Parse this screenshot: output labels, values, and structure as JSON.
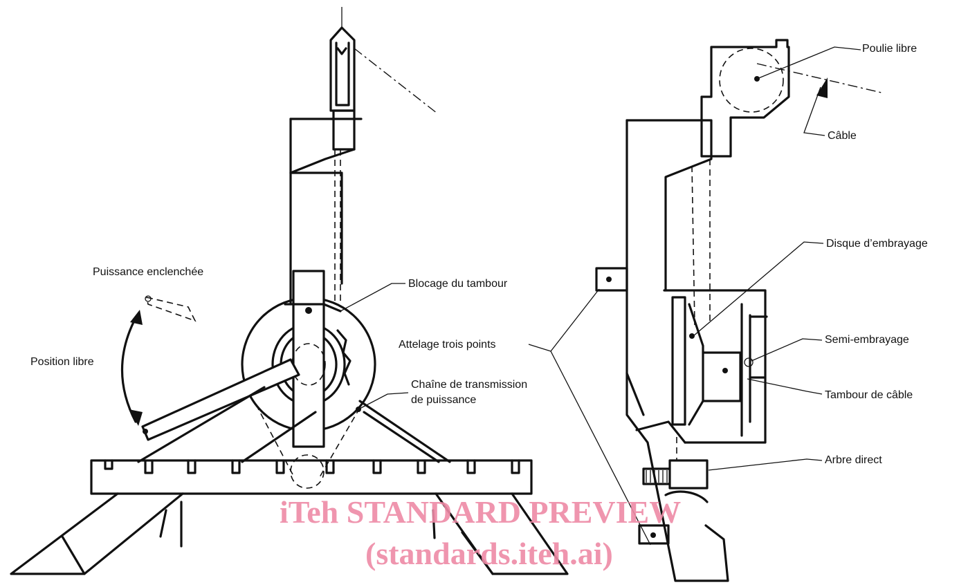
{
  "labels": {
    "puissance_enclenchee": "Puissance enclenchée",
    "position_libre": "Position libre",
    "blocage_du_tambour": "Blocage du tambour",
    "attelage_trois_points": "Attelage trois points",
    "chaine_line1": "Chaîne de transmission",
    "chaine_line2": "de puissance",
    "poulie_libre": "Poulie libre",
    "cable": "Câble",
    "disque_embrayage": "Disque d’embrayage",
    "semi_embrayage": "Semi-embrayage",
    "tambour_de_cable": "Tambour de câble",
    "arbre_direct": "Arbre direct"
  },
  "watermark": {
    "line1": "iTeh STANDARD PREVIEW",
    "line2": "(standards.iteh.ai)",
    "color": "#ee8aa6"
  }
}
